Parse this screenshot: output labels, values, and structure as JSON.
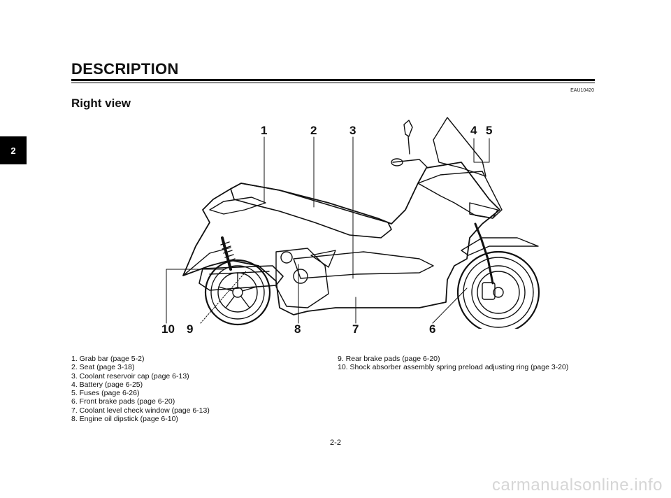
{
  "header": {
    "section_title": "DESCRIPTION",
    "doc_code": "EAU10420",
    "subtitle": "Right view"
  },
  "chapter_tab": "2",
  "callouts": [
    "1",
    "2",
    "3",
    "4",
    "5",
    "6",
    "7",
    "8",
    "9",
    "10"
  ],
  "legend": {
    "left": [
      "1. Grab bar (page 5-2)",
      "2. Seat (page 3-18)",
      "3. Coolant reservoir cap (page 6-13)",
      "4. Battery (page 6-25)",
      "5. Fuses (page 6-26)",
      "6. Front brake pads (page 6-20)",
      "7. Coolant level check window (page 6-13)",
      "8. Engine oil dipstick (page 6-10)"
    ],
    "right": [
      "9. Rear brake pads (page 6-20)",
      "10. Shock absorber assembly spring preload adjusting ring (page 3-20)"
    ]
  },
  "page_number": "2-2",
  "watermark": "carmanualsonline.info"
}
